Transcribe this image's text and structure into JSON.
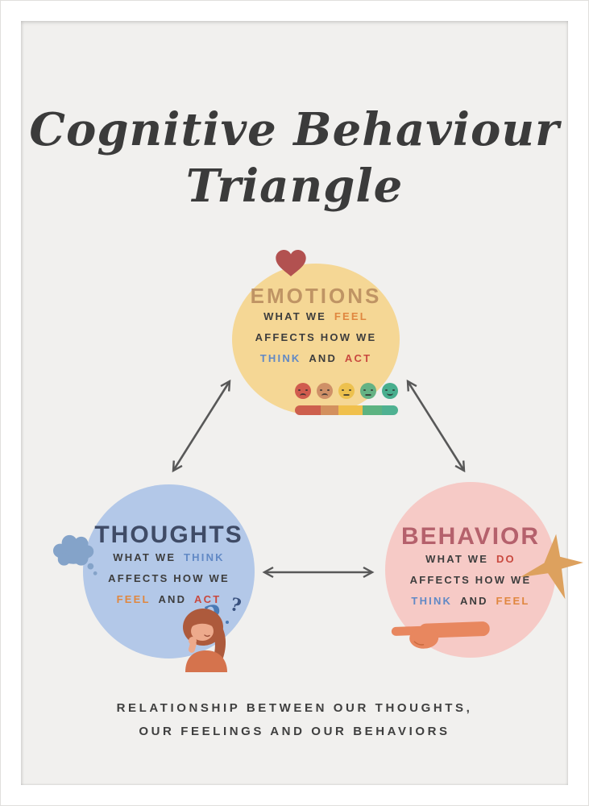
{
  "poster": {
    "title_line1": "Cognitive Behaviour",
    "title_line2": "Triangle",
    "caption_line1": "RELATIONSHIP BETWEEN OUR THOUGHTS,",
    "caption_line2": "OUR FEELINGS AND OUR BEHAVIORS"
  },
  "emotions": {
    "title": "EMOTIONS",
    "line1_a": "WHAT WE",
    "line1_b": "FEEL",
    "line2": "AFFECTS HOW WE",
    "line3_a": "THINK",
    "line3_b": "AND",
    "line3_c": "ACT",
    "icon": "heart-icon",
    "mood_scale": {
      "faces": [
        {
          "mood": "angry",
          "color": "#d05c4e",
          "expression": "sad"
        },
        {
          "mood": "sad",
          "color": "#cf9067",
          "expression": "sad"
        },
        {
          "mood": "neutral",
          "color": "#edc14e",
          "expression": "neutral"
        },
        {
          "mood": "calm",
          "color": "#64b284",
          "expression": "neutral"
        },
        {
          "mood": "happy",
          "color": "#48ae8e",
          "expression": "happy"
        }
      ],
      "bar_segments": [
        {
          "color": "#cd5f4d",
          "width": 32
        },
        {
          "color": "#d3905e",
          "width": 22
        },
        {
          "color": "#f0c04c",
          "width": 30
        },
        {
          "color": "#5db381",
          "width": 24
        },
        {
          "color": "#4fb191",
          "width": 20
        }
      ]
    }
  },
  "thoughts": {
    "title": "THOUGHTS",
    "line1_a": "WHAT WE",
    "line1_b": "THINK",
    "line2": "AFFECTS HOW WE",
    "line3_a": "FEEL",
    "line3_b": "AND",
    "line3_c": "ACT",
    "icon": "thought-cloud-icon",
    "qmark1": "?",
    "qmark2": "?"
  },
  "behavior": {
    "title": "BEHAVIOR",
    "line1_a": "WHAT WE",
    "line1_b": "DO",
    "line2": "AFFECTS HOW WE",
    "line3_a": "THINK",
    "line3_b": "AND",
    "line3_c": "FEEL",
    "icons": [
      "sparkle-icon",
      "pointing-hand-icon"
    ]
  },
  "arrows": [
    {
      "from": "thoughts",
      "to": "emotions",
      "bidirectional": true
    },
    {
      "from": "emotions",
      "to": "behavior",
      "bidirectional": true
    },
    {
      "from": "thoughts",
      "to": "behavior",
      "bidirectional": true
    }
  ],
  "colors": {
    "frame": "#ffffff",
    "frame_edge": "#e0dfdd",
    "paper": "#f1f0ee",
    "title_ink": "#3b3b3b",
    "text_dark": "#3d3d3d",
    "caption_ink": "#3f3f3f",
    "accent_orange": "#e0873f",
    "accent_blue": "#6189c5",
    "accent_red": "#c9493f",
    "emotions_circle": "#f5d795",
    "emotions_title": "#bf9464",
    "thoughts_circle": "#b3c8e8",
    "thoughts_title": "#3f4b66",
    "behavior_circle": "#f6cac6",
    "behavior_title": "#b5616c",
    "heart": "#b25150",
    "cloud": "#84a3c9",
    "arrow": "#585858",
    "star": "#dda15e",
    "hand": "#e8875f",
    "hair": "#ad5a3c",
    "skin": "#edaa8c",
    "shirt": "#d5734d",
    "qmark_blue": "#4a7ab5",
    "qmark_navy": "#39517e"
  }
}
